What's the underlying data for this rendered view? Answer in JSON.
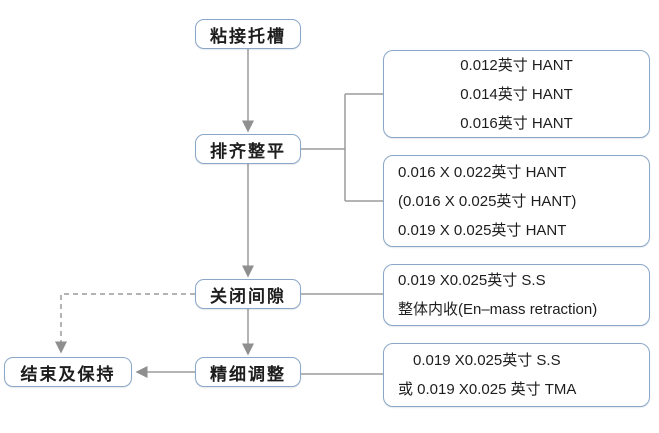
{
  "palette": {
    "box_border": "#8ba7c7",
    "connector": "#9b9b9b",
    "arrowhead": "#8f8f8f",
    "text": "#1d1d1d",
    "background": "#ffffff"
  },
  "nodes": {
    "bond_brackets": "粘接托槽",
    "align_level": "排齐整平",
    "close_space": "关闭间隙",
    "fine_adjust": "精细调整",
    "finish_retain": "结束及保持"
  },
  "wire_boxes": [
    {
      "lines": [
        "0.012英寸 HANT",
        "0.014英寸 HANT",
        "0.016英寸 HANT"
      ]
    },
    {
      "lines": [
        "0.016 X 0.022英寸 HANT",
        "(0.016 X 0.025英寸 HANT)",
        "0.019 X 0.025英寸 HANT"
      ]
    },
    {
      "lines": [
        "0.019 X0.025英寸 S.S",
        "整体内收(En–mass retraction)"
      ]
    },
    {
      "lines": [
        "0.019 X0.025英寸 S.S",
        "或 0.019 X0.025 英寸 TMA"
      ]
    }
  ]
}
